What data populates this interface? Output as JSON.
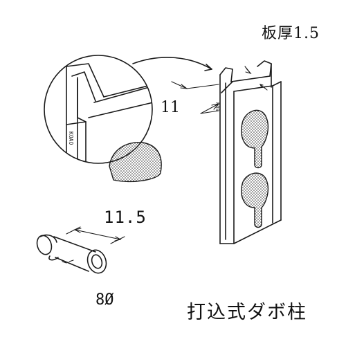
{
  "labels": {
    "thickness": "板厚1.5",
    "width": "11",
    "dowel_length": "11.5",
    "dowel_diameter": "8Ø",
    "caption": "打込式ダボ柱"
  },
  "colors": {
    "line": "#1a1a1a",
    "background": "#ffffff"
  }
}
